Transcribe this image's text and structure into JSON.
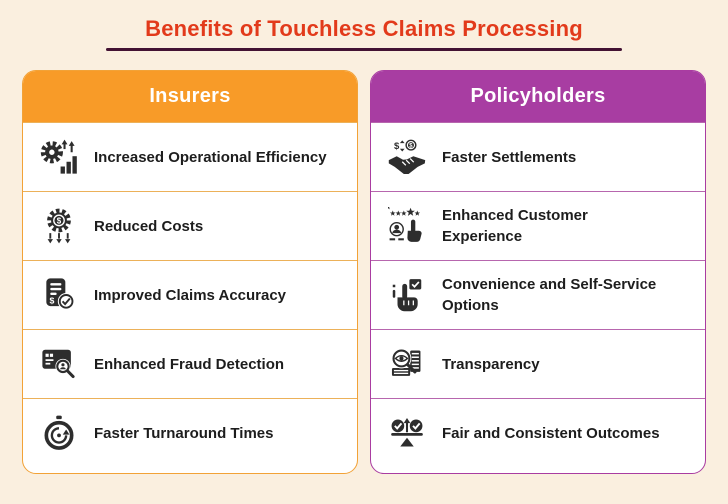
{
  "title": "Benefits of Touchless Claims Processing",
  "colors": {
    "background": "#FAEFDF",
    "title_text": "#E23A1B",
    "title_underline": "#431233",
    "insurers_accent": "#F89B28",
    "policyholders_accent": "#A83DA2",
    "row_text": "#1D1D1D",
    "icon_color": "#2D2D2D",
    "card_background": "#FFFFFF"
  },
  "columns": [
    {
      "header": "Insurers",
      "items": [
        {
          "icon": "operational-efficiency-icon",
          "label": "Increased Operational Efficiency"
        },
        {
          "icon": "reduced-costs-icon",
          "label": "Reduced Costs"
        },
        {
          "icon": "claims-accuracy-icon",
          "label": "Improved Claims Accuracy"
        },
        {
          "icon": "fraud-detection-icon",
          "label": "Enhanced Fraud Detection"
        },
        {
          "icon": "turnaround-times-icon",
          "label": "Faster Turnaround Times"
        }
      ]
    },
    {
      "header": "Policyholders",
      "items": [
        {
          "icon": "faster-settlements-icon",
          "label": "Faster Settlements"
        },
        {
          "icon": "customer-experience-icon",
          "label": "Enhanced Customer\nExperience"
        },
        {
          "icon": "self-service-icon",
          "label": "Convenience and Self-Service\nOptions"
        },
        {
          "icon": "transparency-icon",
          "label": "Transparency"
        },
        {
          "icon": "fair-outcomes-icon",
          "label": "Fair and Consistent Outcomes"
        }
      ]
    }
  ]
}
